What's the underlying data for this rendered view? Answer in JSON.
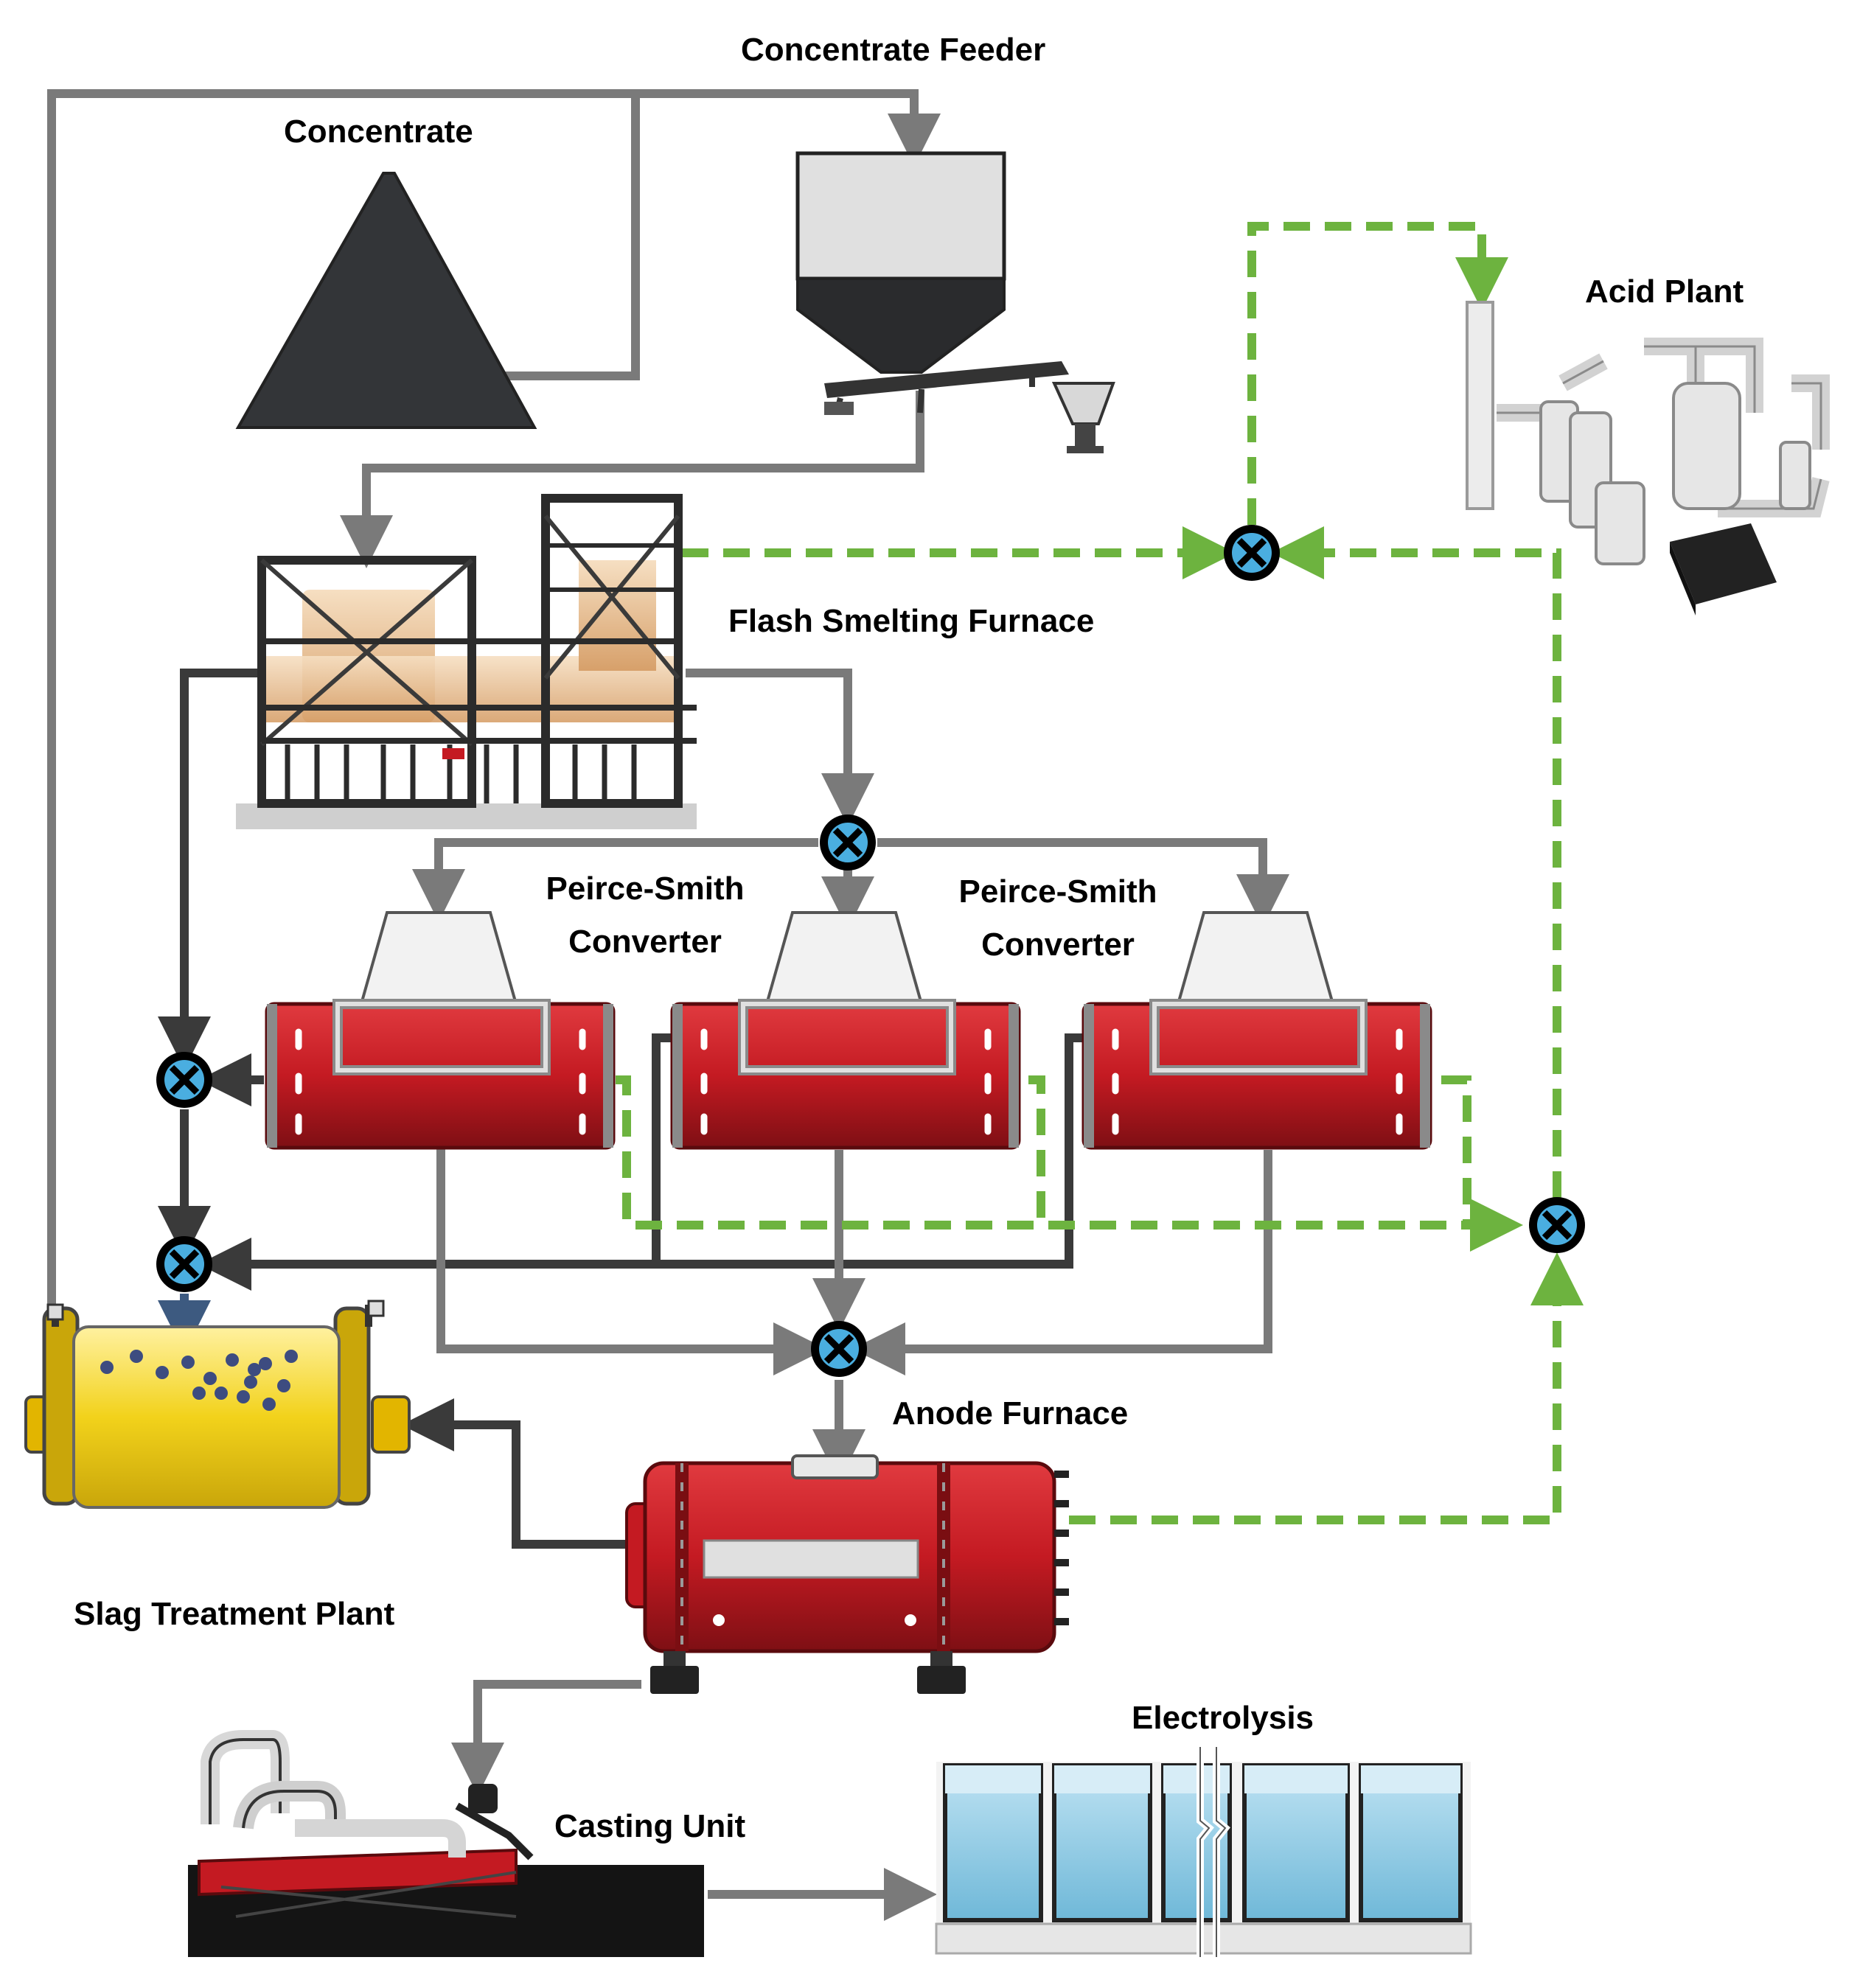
{
  "labels": {
    "concentrate_feeder": "Concentrate Feeder",
    "concentrate": "Concentrate",
    "acid_plant": "Acid Plant",
    "flash_smelting_furnace": "Flash Smelting Furnace",
    "peirce_smith_1_line1": "Peirce-Smith",
    "peirce_smith_1_line2": "Converter",
    "peirce_smith_2_line1": "Peirce-Smith",
    "peirce_smith_2_line2": "Converter",
    "anode_furnace": "Anode Furnace",
    "slag_treatment_plant": "Slag Treatment Plant",
    "electrolysis": "Electrolysis",
    "casting_unit": "Casting Unit"
  },
  "colors": {
    "gas_flow": "#6db33f",
    "metal_flow": "#7a7a7a",
    "slag_flow": "#3a3a3a",
    "converter_red": "#c41a22",
    "slag_mill_yellow": "#f2d21b",
    "junction_fill": "#4aaee0",
    "electrolysis_blue": "#8fcbe6"
  },
  "icons": {
    "junction": "mixing-junction-icon",
    "arrow": "arrow-head-icon"
  }
}
